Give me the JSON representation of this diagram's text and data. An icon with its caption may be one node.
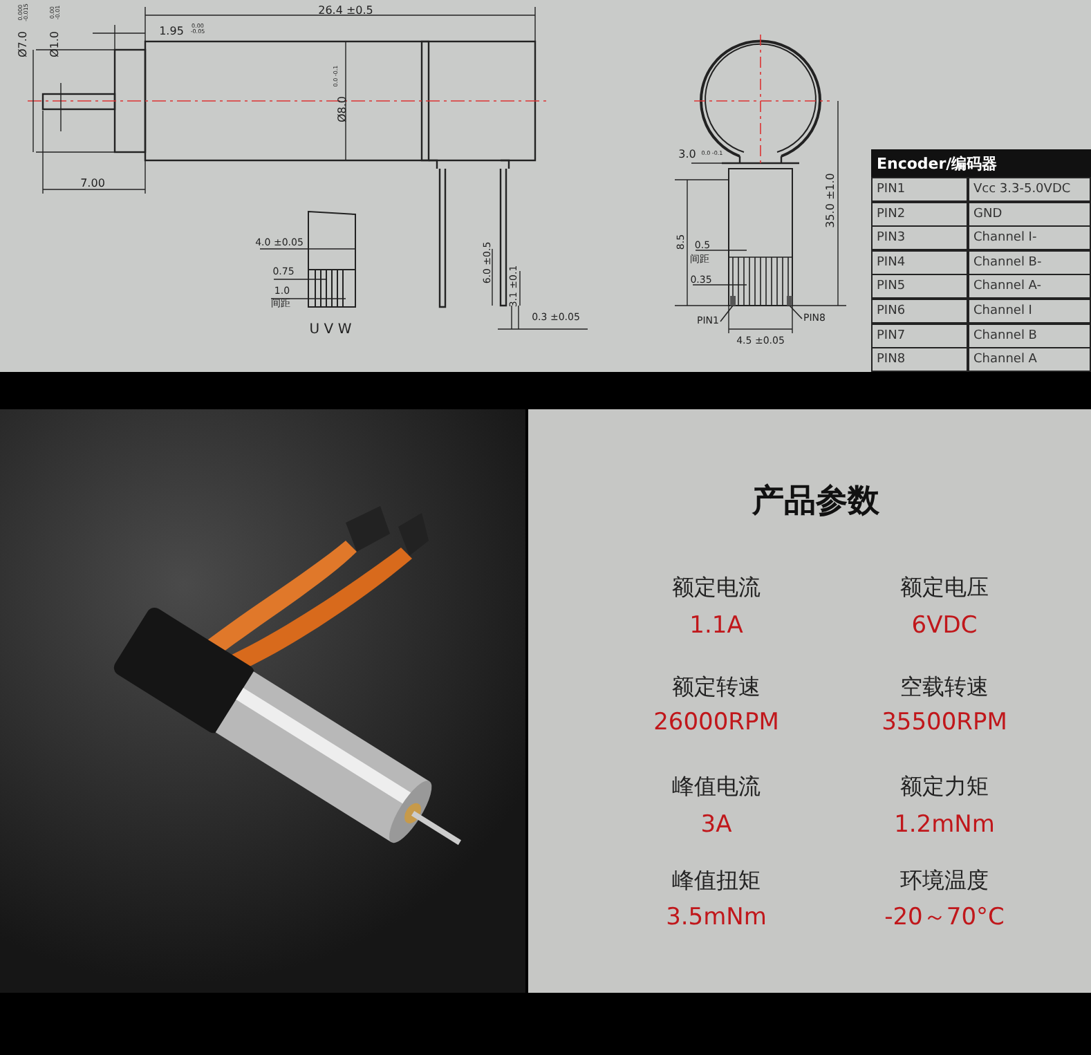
{
  "diagram": {
    "title": "产品参数",
    "nodes": [
      {
        "text": [
          "PIN1"
        ]
      },
      {
        "text": [
          "PIN8"
        ]
      },
      {
        "text": [],
        "shape": "bar"
      },
      {
        "text": [],
        "shape": "bar"
      }
    ],
    "edges": [
      {
        "from": 0,
        "to": 2,
        "arrow": "none"
      },
      {
        "from": 1,
        "to": 3,
        "arrow": "none"
      }
    ],
    "labels": [
      "Ø7.0",
      "0.000 -0.015",
      "Ø1.0",
      "0.00 -0.01",
      "1.95",
      "0.00 -0.05",
      "26.4 ±0.5",
      "Ø8.0",
      "0.0 -0.1",
      "7.00",
      "4.0 ±0.05",
      "0.75",
      "1.0",
      "间距",
      "U V W",
      "6.0 ±0.5",
      "3.1 ±0.1",
      "0.3 ±0.05",
      "3.0",
      "0.0 -0.1",
      "8.5",
      "0.5",
      "间距",
      "0.35",
      "4.5 ±0.05",
      "35.0 ±1.0",
      "Encoder/编码器",
      "PIN1",
      "Vcc 3.3-5.0VDC",
      "PIN2",
      "GND",
      "PIN3",
      "Channel I-",
      "PIN4",
      "Channel B-",
      "PIN5",
      "Channel A-",
      "PIN6",
      "Channel I",
      "PIN7",
      "Channel B",
      "PIN8",
      "Channel A",
      "额定电流",
      "额定电压",
      "1.1A",
      "6VDC",
      "额定转速",
      "空载转速",
      "26000RPM",
      "35500RPM",
      "峰值电流",
      "额定力矩",
      "3A",
      "1.2mNm",
      "峰值扭矩",
      "环境温度",
      "3.5mNm",
      "-20～70°C"
    ]
  }
}
